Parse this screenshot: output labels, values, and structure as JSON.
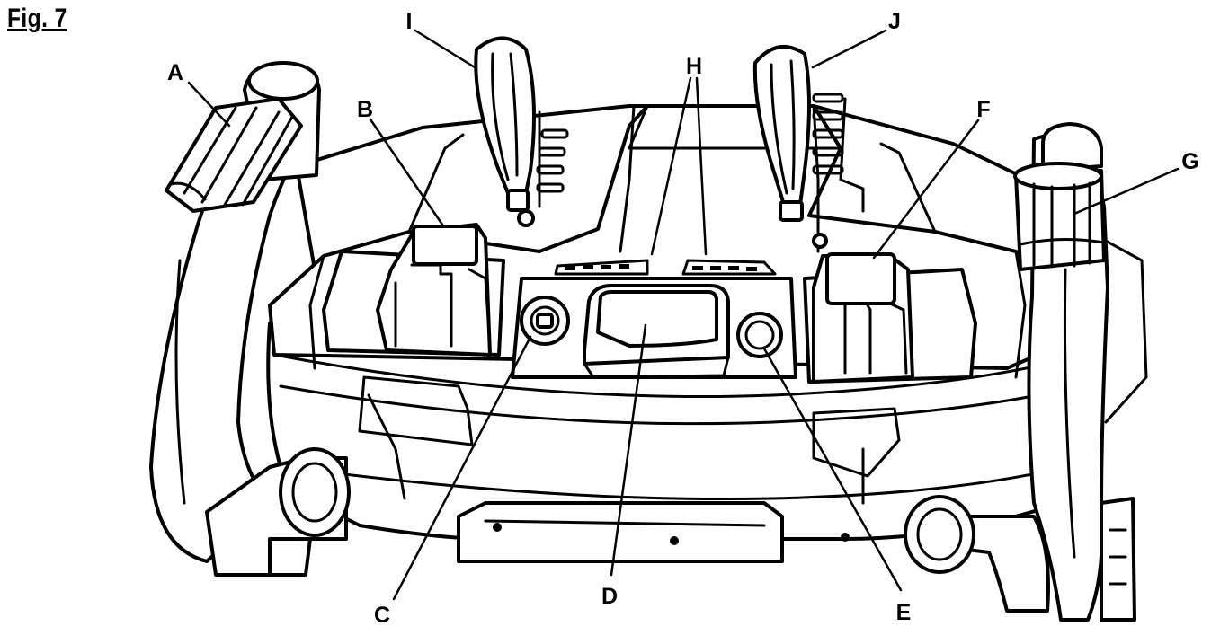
{
  "figure": {
    "title": "Fig. 7"
  },
  "callouts": {
    "A": "A",
    "B": "B",
    "C": "C",
    "D": "D",
    "E": "E",
    "F": "F",
    "G": "G",
    "H": "H",
    "I": "I",
    "J": "J"
  }
}
